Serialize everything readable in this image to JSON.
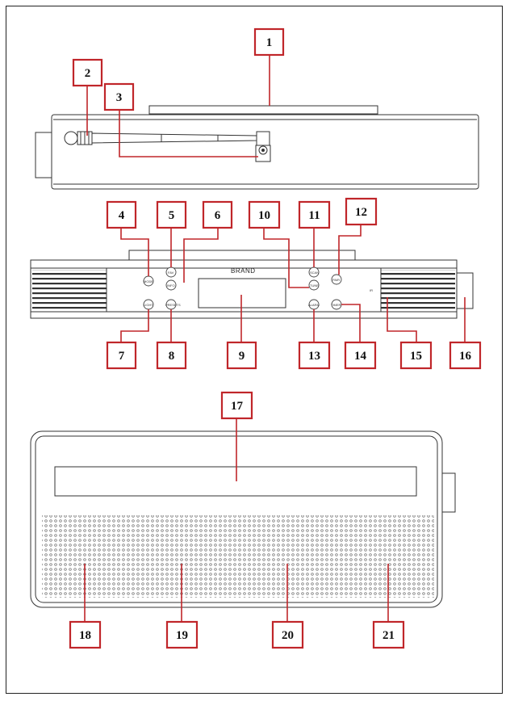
{
  "callouts": [
    {
      "id": "1",
      "label": "1"
    },
    {
      "id": "2",
      "label": "2"
    },
    {
      "id": "3",
      "label": "3"
    },
    {
      "id": "4",
      "label": "4"
    },
    {
      "id": "5",
      "label": "5"
    },
    {
      "id": "6",
      "label": "6"
    },
    {
      "id": "7",
      "label": "7"
    },
    {
      "id": "8",
      "label": "8"
    },
    {
      "id": "9",
      "label": "9"
    },
    {
      "id": "10",
      "label": "10"
    },
    {
      "id": "11",
      "label": "11"
    },
    {
      "id": "12",
      "label": "12"
    },
    {
      "id": "13",
      "label": "13"
    },
    {
      "id": "14",
      "label": "14"
    },
    {
      "id": "15",
      "label": "15"
    },
    {
      "id": "16",
      "label": "16"
    },
    {
      "id": "17",
      "label": "17"
    },
    {
      "id": "18",
      "label": "18"
    },
    {
      "id": "19",
      "label": "19"
    },
    {
      "id": "20",
      "label": "20"
    },
    {
      "id": "21",
      "label": "21"
    }
  ],
  "front": {
    "brand": "BRAND",
    "buttons": {
      "mode": "MODE",
      "fav": "FAV",
      "info": "INFO",
      "light": "LIGHT",
      "presets": "PRESETS",
      "scan": "SCAN",
      "tune": "TUNE",
      "pair": "PAIR",
      "alarm": "ALARM",
      "timer": "TIMER"
    },
    "ir_label": "IR"
  },
  "colors": {
    "callout": "#c0262a",
    "line": "#333333"
  }
}
